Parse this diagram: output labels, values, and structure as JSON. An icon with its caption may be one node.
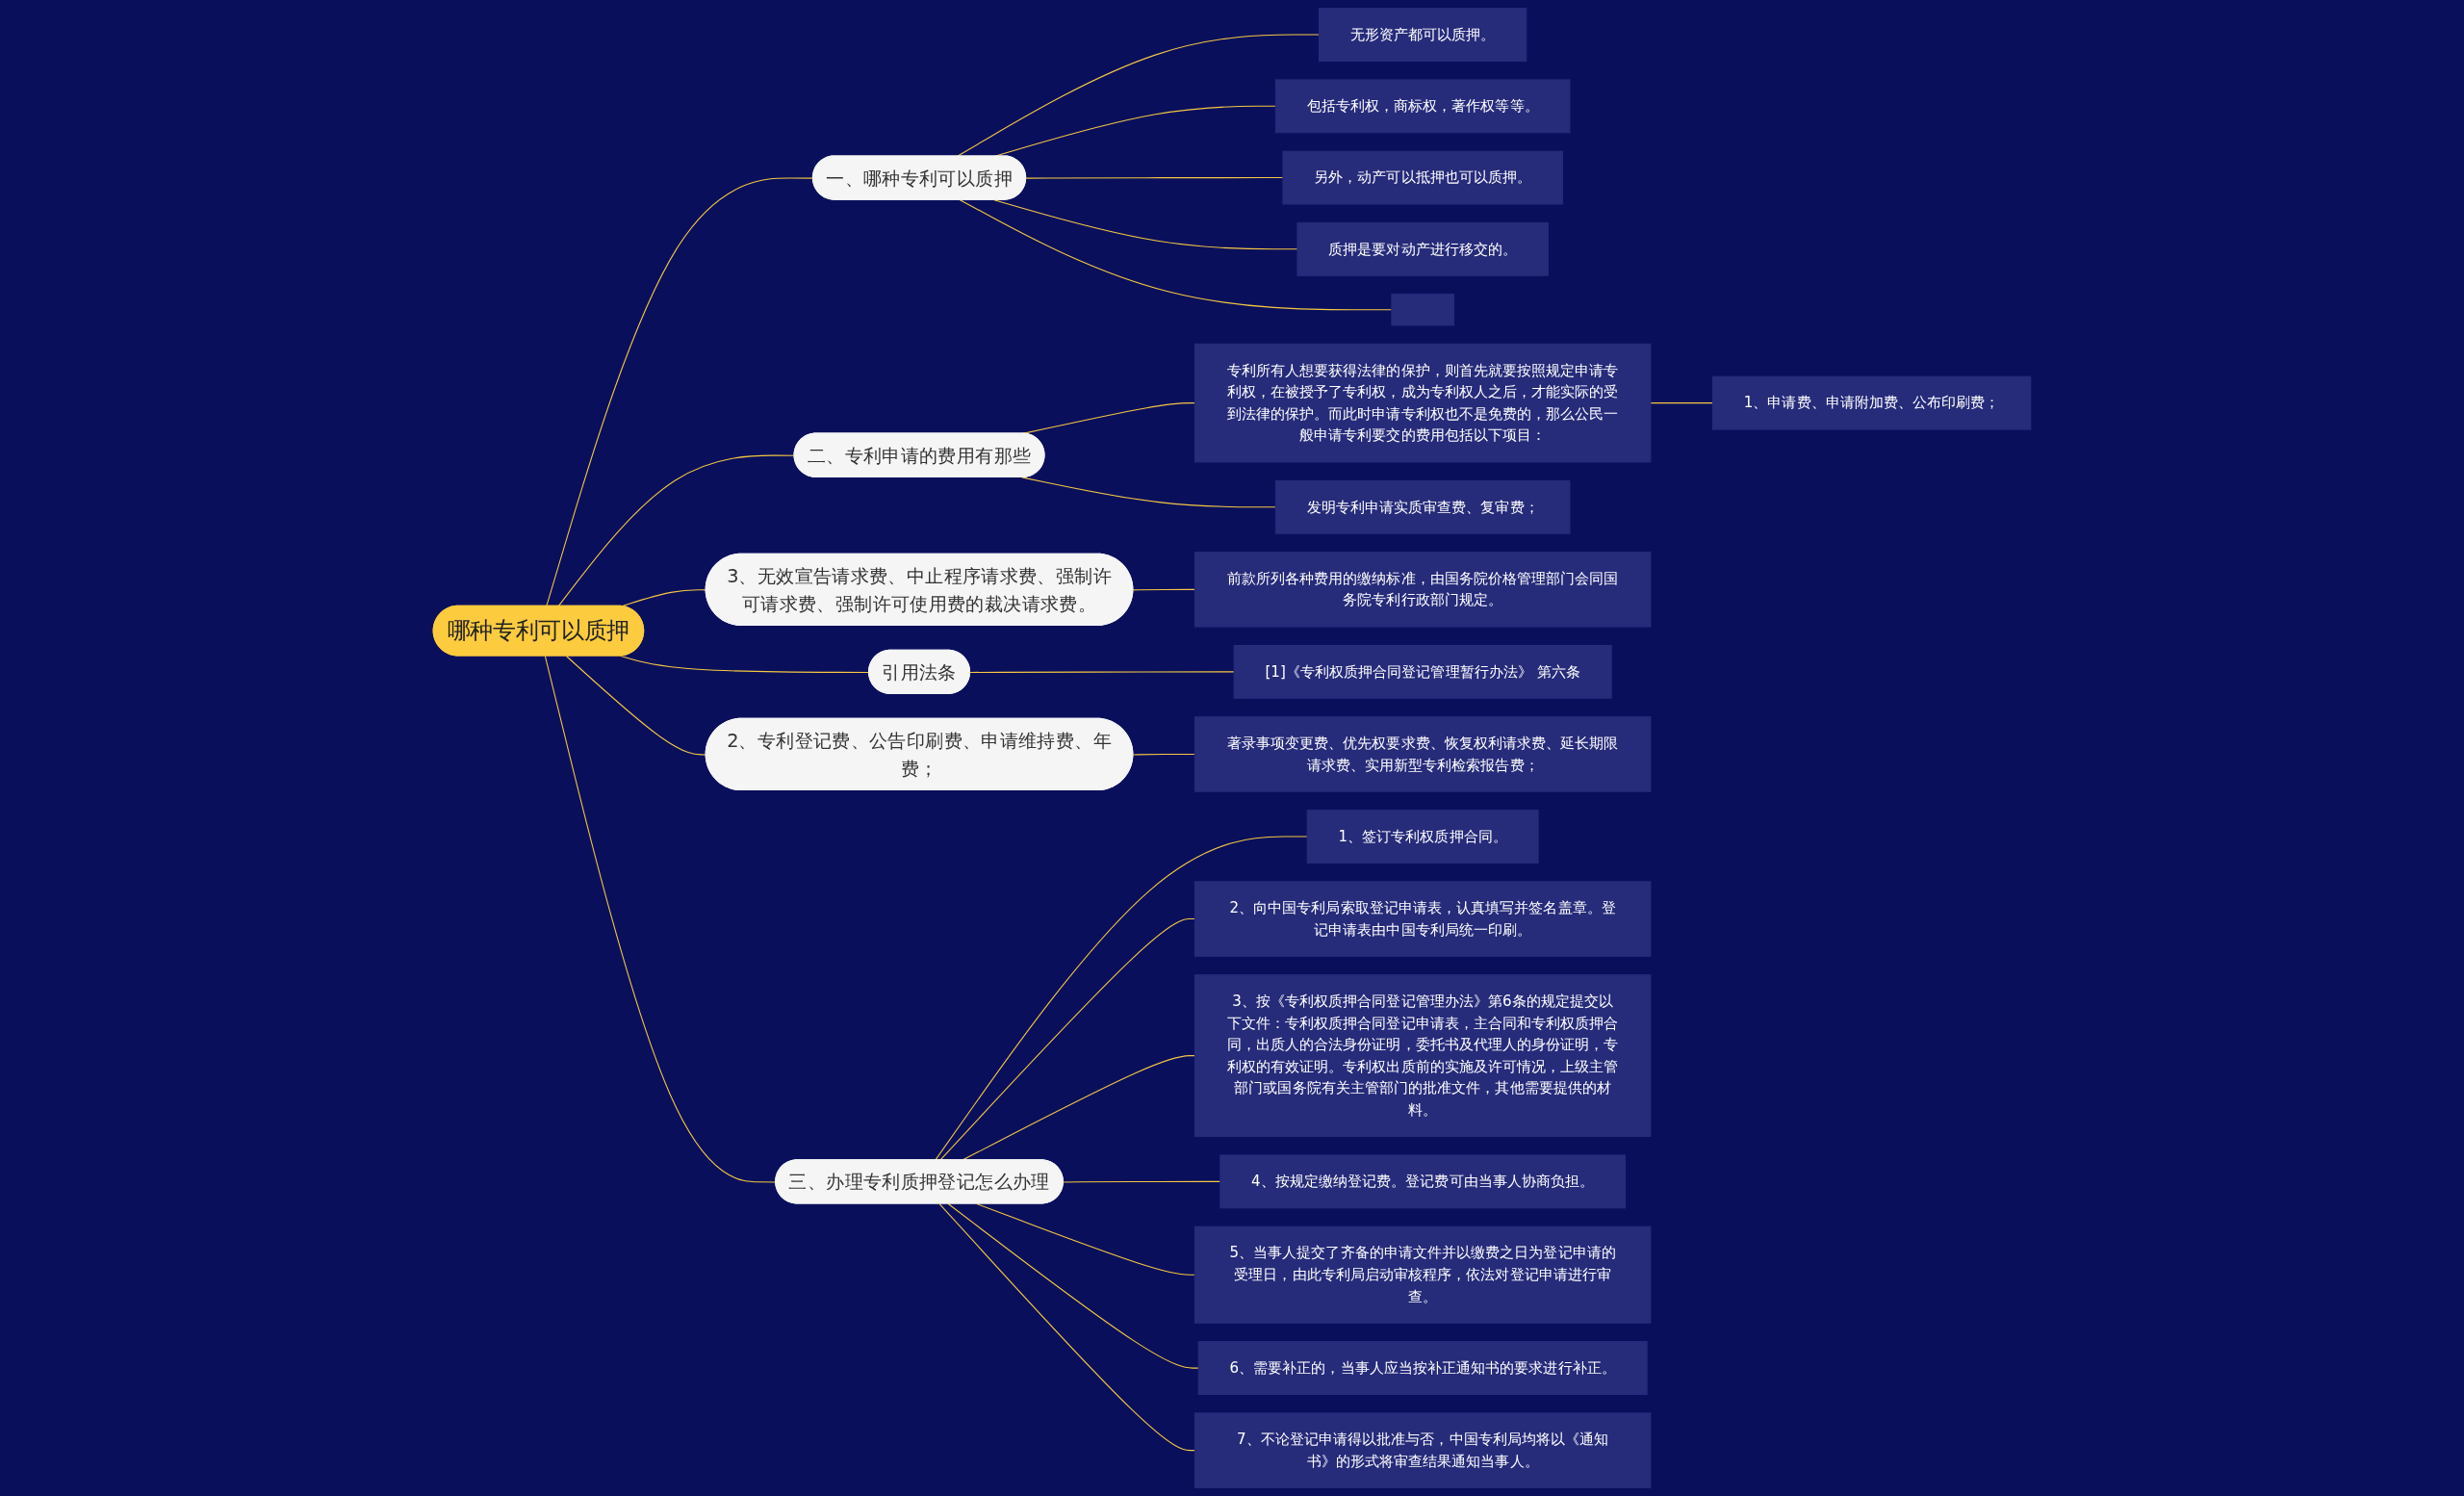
{
  "diagram": {
    "nodes": [
      {
        "text": [
          "哪种专利可以质押"
        ]
      },
      {
        "text": [
          "一、哪种专利可以质押"
        ]
      },
      {
        "text": [
          "无形资产都可以质押。"
        ]
      },
      {
        "text": [
          "包括专利权，商标权，著作权等等。"
        ]
      },
      {
        "text": [
          "另外，动产可以抵押也可以质押。"
        ]
      },
      {
        "text": [
          "质押是要对动产进行移交的。"
        ]
      },
      {
        "text": [],
        "shape": "box"
      },
      {
        "text": [
          "二、专利申请的费用有那些"
        ]
      },
      {
        "text": [
          "专利所有人想要获得法律的保护，则首先就要按照规定申请专利权，在被授予了专利权，成为专利权人之后，才能实际的受到法律的保护。而此时申请专利权也不是免费的，那么公民一般申请专利要交的费用包括以下项目："
        ]
      },
      {
        "text": [
          "1、申请费、申请附加费、公布印刷费；"
        ]
      },
      {
        "text": [
          "发明专利申请实质审查费、复审费；"
        ]
      },
      {
        "text": [
          "3、无效宣告请求费、中止程序请求费、强制许可请求费、强制许可使用费的裁决请求费。"
        ]
      },
      {
        "text": [
          "前款所列各种费用的缴纳标准，由国务院价格管理部门会同国务院专利行政部门规定。"
        ]
      },
      {
        "text": [
          "引用法条"
        ]
      },
      {
        "text": [
          "[1]《专利权质押合同登记管理暂行办法》 第六条"
        ]
      },
      {
        "text": [
          "2、专利登记费、公告印刷费、申请维持费、年费；"
        ]
      },
      {
        "text": [
          "著录事项变更费、优先权要求费、恢复权利请求费、延长期限请求费、实用新型专利检索报告费；"
        ]
      },
      {
        "text": [
          "三、办理专利质押登记怎么办理"
        ]
      },
      {
        "text": [
          "1、签订专利权质押合同。"
        ]
      },
      {
        "text": [
          "2、向中国专利局索取登记申请表，认真填写并签名盖章。登记申请表由中国专利局统一印刷。"
        ]
      },
      {
        "text": [
          "3、按《专利权质押合同登记管理办法》第6条的规定提交以下文件：专利权质押合同登记申请表，主合同和专利权质押合同，出质人的合法身份证明，委托书及代理人的身份证明，专利权的有效证明。专利权出质前的实施及许可情况，上级主管部门或国务院有关主管部门的批准文件，其他需要提供的材料。"
        ]
      },
      {
        "text": [
          "4、按规定缴纳登记费。登记费可由当事人协商负担。"
        ]
      },
      {
        "text": [
          "5、当事人提交了齐备的申请文件并以缴费之日为登记申请的受理日，由此专利局启动审核程序，依法对登记申请进行审查。"
        ]
      },
      {
        "text": [
          "6、需要补正的，当事人应当按补正通知书的要求进行补正。"
        ]
      },
      {
        "text": [
          "7、不论登记申请得以批准与否，中国专利局均将以《通知书》的形式将审查结果通知当事人。"
        ]
      }
    ],
    "edges": [
      {
        "from": 0,
        "to": 1,
        "arrow": "none"
      },
      {
        "from": 1,
        "to": 2,
        "arrow": "none"
      },
      {
        "from": 1,
        "to": 3,
        "arrow": "none"
      },
      {
        "from": 1,
        "to": 4,
        "arrow": "none"
      },
      {
        "from": 1,
        "to": 5,
        "arrow": "none"
      },
      {
        "from": 1,
        "to": 6,
        "arrow": "none"
      },
      {
        "from": 0,
        "to": 7,
        "arrow": "none"
      },
      {
        "from": 7,
        "to": 8,
        "arrow": "none"
      },
      {
        "from": 8,
        "to": 9,
        "arrow": "none"
      },
      {
        "from": 7,
        "to": 10,
        "arrow": "none"
      },
      {
        "from": 0,
        "to": 11,
        "arrow": "none"
      },
      {
        "from": 11,
        "to": 12,
        "arrow": "none"
      },
      {
        "from": 0,
        "to": 13,
        "arrow": "none"
      },
      {
        "from": 13,
        "to": 14,
        "arrow": "none"
      },
      {
        "from": 0,
        "to": 15,
        "arrow": "none"
      },
      {
        "from": 15,
        "to": 16,
        "arrow": "none"
      },
      {
        "from": 0,
        "to": 17,
        "arrow": "none"
      },
      {
        "from": 17,
        "to": 18,
        "arrow": "none"
      },
      {
        "from": 17,
        "to": 19,
        "arrow": "none"
      },
      {
        "from": 17,
        "to": 20,
        "arrow": "none"
      },
      {
        "from": 17,
        "to": 21,
        "arrow": "none"
      },
      {
        "from": 17,
        "to": 22,
        "arrow": "none"
      },
      {
        "from": 17,
        "to": 23,
        "arrow": "none"
      },
      {
        "from": 17,
        "to": 24,
        "arrow": "none"
      }
    ]
  }
}
